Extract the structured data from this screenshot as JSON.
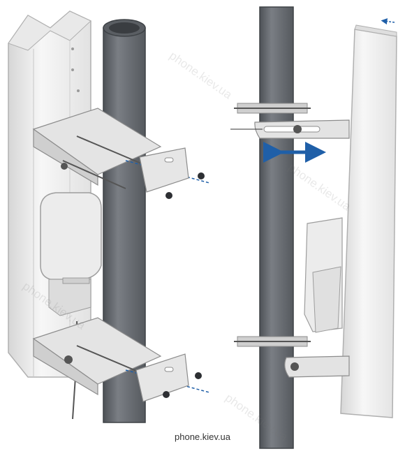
{
  "caption": "phone.kiev.ua",
  "watermark": "phone.kiev.ua",
  "colors": {
    "pole": "#6b6f75",
    "pole_dark": "#4e5257",
    "antenna_face": "#f4f4f4",
    "antenna_edge": "#b9b9b9",
    "bracket": "#d9d9d9",
    "arrow_blue": "#1f5fa8"
  },
  "icons": {
    "left_view": "antenna-mounting-exploded-view",
    "right_view": "antenna-tilt-adjustment-view",
    "arrow": "double-headed-arrow-icon"
  }
}
